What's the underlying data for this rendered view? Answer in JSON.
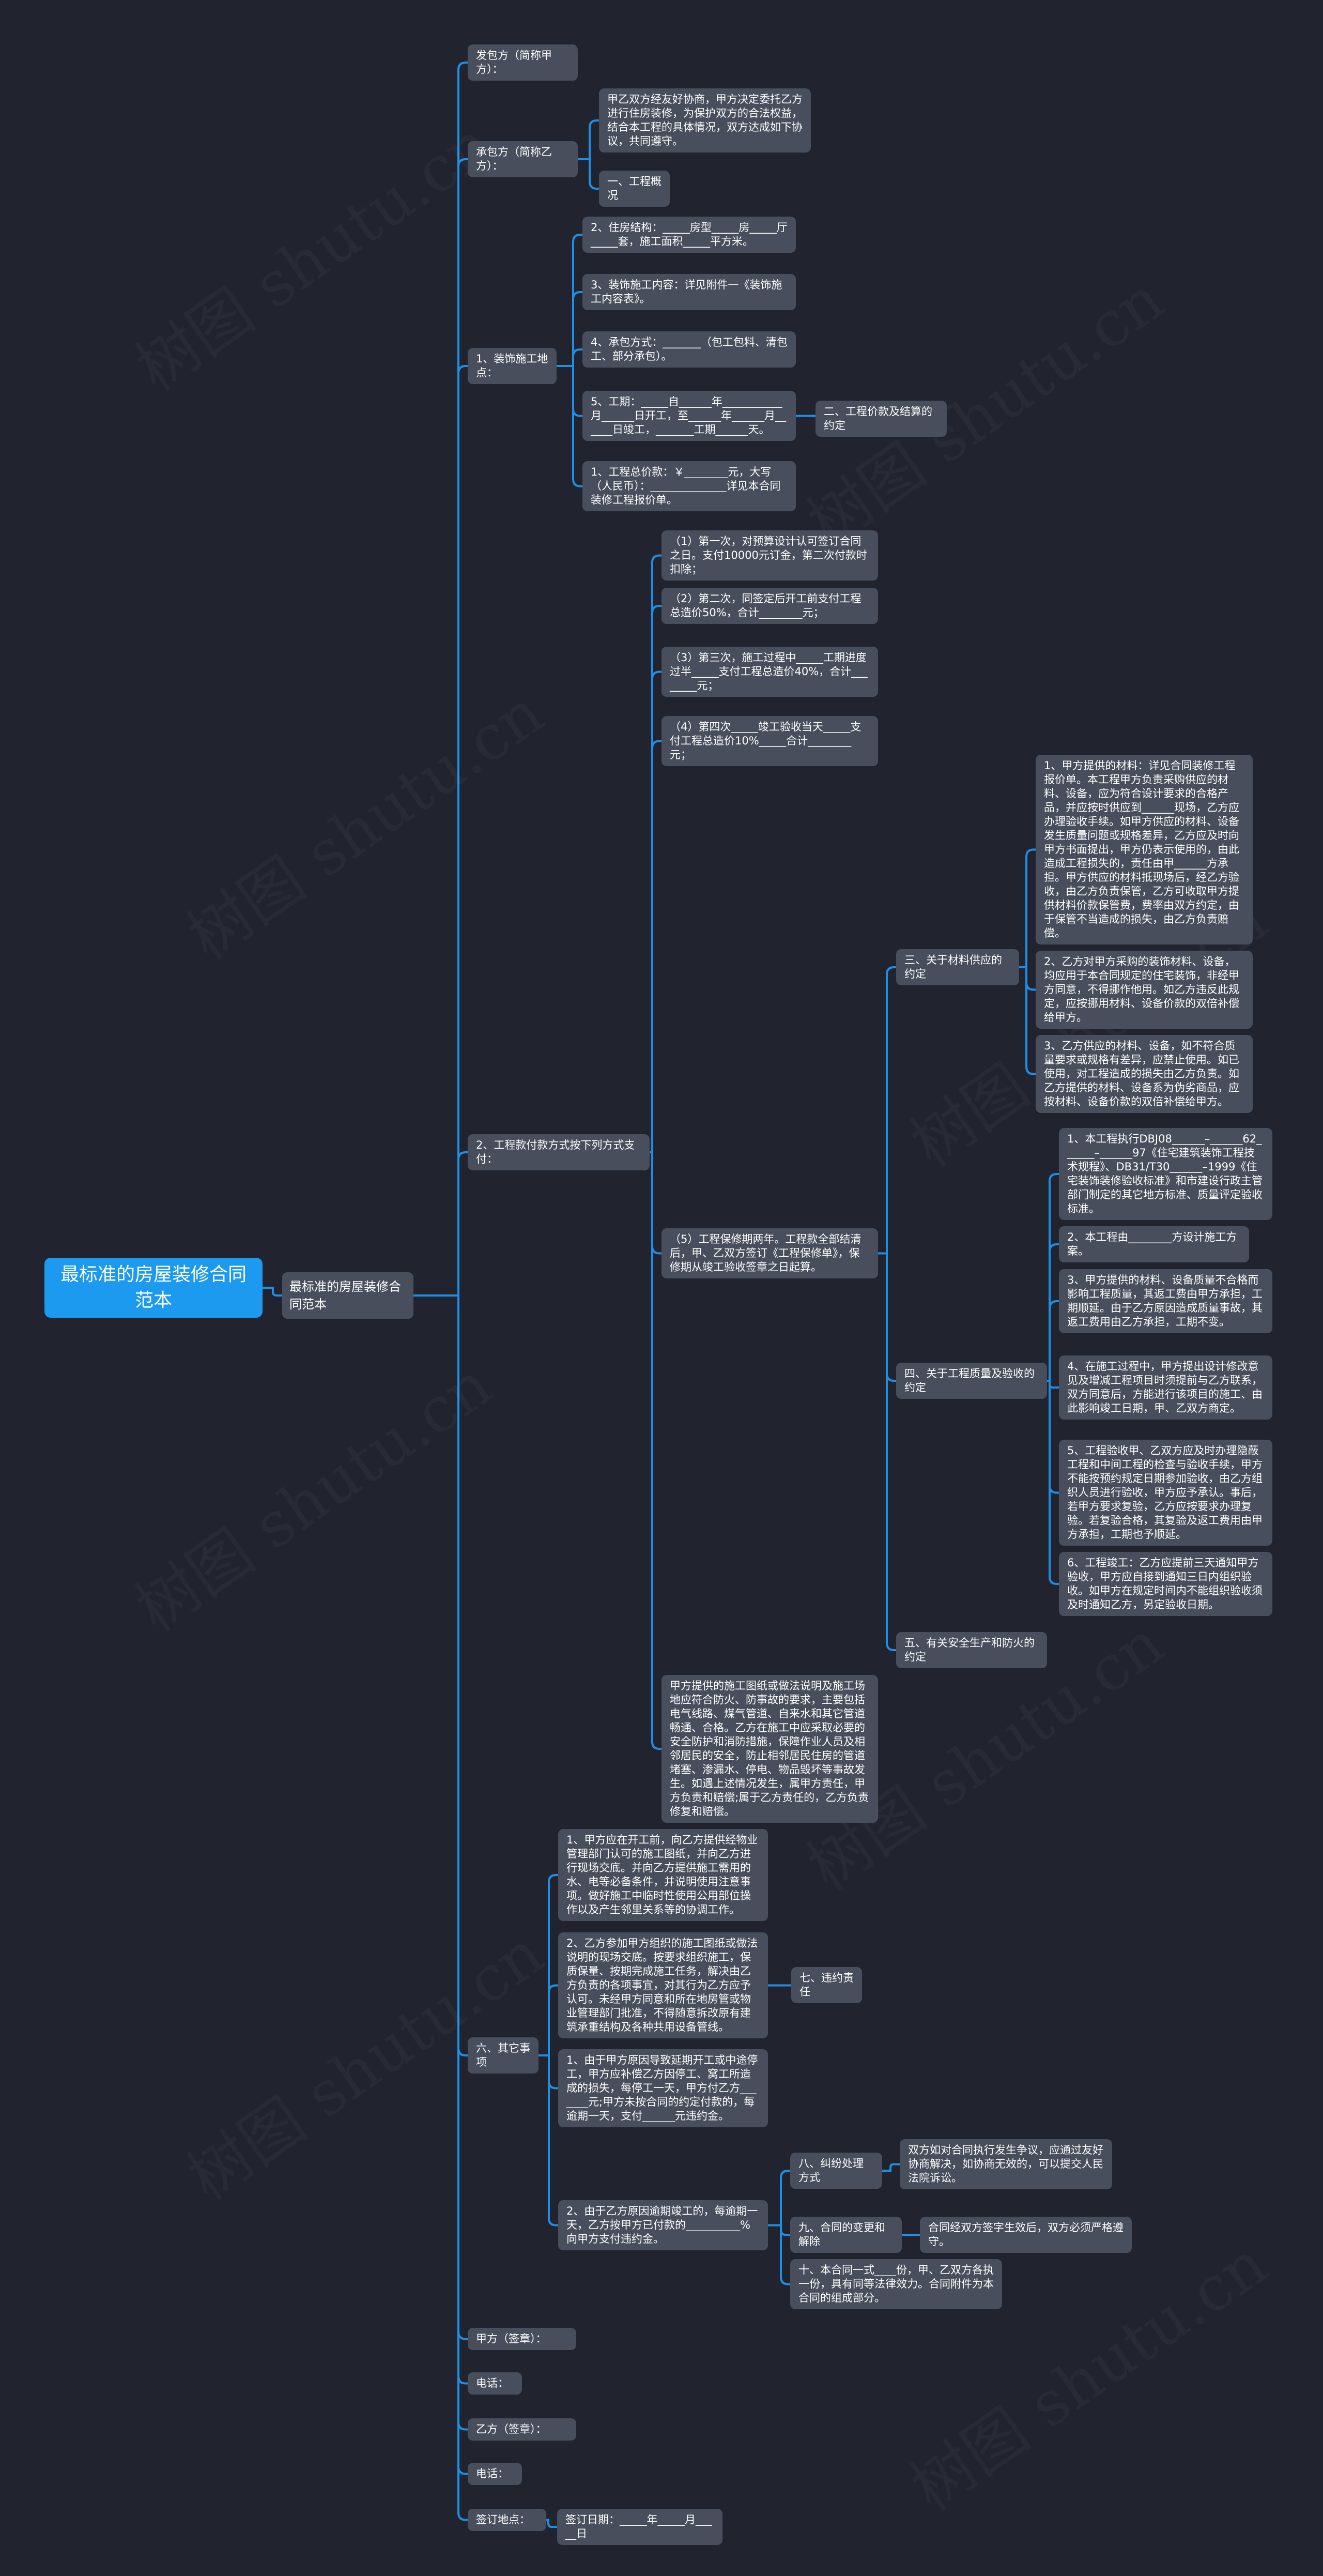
{
  "watermark": "树图 shutu.cn",
  "colors": {
    "background": "#21242f",
    "node": "#484e5c",
    "root": "#1b9af0",
    "line": "#1e8fe6"
  },
  "root": "最标准的房屋装修合同范本",
  "level1": "最标准的房屋装修合同范本",
  "fabaofang": "发包方（简称甲方）：",
  "chengbaofang": "承包方（简称乙方）：",
  "intro": "甲乙双方经友好协商，甲方决定委托乙方进行住房装修，为保护双方的合法权益，结合本工程的具体情况，双方达成如下协议，共同遵守。",
  "section1": "一、工程概况",
  "site": "1、装饰施工地点：",
  "site_items": [
    "2、住房结构：_____房型_____房_____厅_____套，施工面积_____平方米。",
    "3、装饰施工内容：详见附件一《装饰施工内容表》。",
    "4、承包方式：_______（包工包料、清包工、部分承包）。",
    "5、工期：_____自______年___________月______日开工，至______年______月______日竣工，_______工期______天。",
    "1、工程总价款：￥________元，大写（人民币）：______________详见本合同装修工程报价单。"
  ],
  "section2": "二、工程价款及结算的约定",
  "payment": "2、工程款付款方式按下列方式支付：",
  "payment_items": [
    "（1）第一次，对预算设计认可签订合同之日。支付10000元订金，第二次付款时扣除；",
    "（2）第二次，同签定后开工前支付工程总造价50%，合计________元；",
    "（3）第三次，施工过程中_____工期进度过半_____支付工程总造价40%，合计________元；",
    "（4）第四次_____竣工验收当天_____支付工程总造价10%_____合计________元；",
    "（5）工程保修期两年。工程款全部结清后，甲、乙双方签订《工程保修单》，保修期从竣工验收签章之日起算。",
    "甲方提供的施工图纸或做法说明及施工场地应符合防火、防事故的要求，主要包括电气线路、煤气管道、自来水和其它管道畅通、合格。乙方在施工中应采取必要的安全防护和消防措施，保障作业人员及相邻居民的安全，防止相邻居民住房的管道堵塞、渗漏水、停电、物品毁坏等事故发生。如遇上述情况发生，属甲方责任，甲方负责和赔偿;属于乙方责任的，乙方负责修复和赔偿。"
  ],
  "section3": "三、关于材料供应的约定",
  "materials": [
    "1、甲方提供的材料：详见合同装修工程报价单。本工程甲方负责采购供应的材料、设备，应为符合设计要求的合格产品，并应按时供应到______现场，乙方应办理验收手续。如甲方供应的材料、设备发生质量问题或规格差异，乙方应及时向甲方书面提出，甲方仍表示使用的，由此造成工程损失的，责任由甲______方承担。甲方供应的材料抵现场后，经乙方验收，由乙方负责保管，乙方可收取甲方提供材料价款保管费，费率由双方约定，由于保管不当造成的损失，由乙方负责赔偿。",
    "2、乙方对甲方采购的装饰材料、设备，均应用于本合同规定的住宅装饰，非经甲方同意，不得挪作他用。如乙方违反此规定，应按挪用材料、设备价款的双倍补偿给甲方。",
    "3、乙方供应的材料、设备，如不符合质量要求或规格有差异，应禁止使用。如已使用，对工程造成的损失由乙方负责。如乙方提供的材料、设备系为伪劣商品，应按材料、设备价款的双倍补偿给甲方。"
  ],
  "section4": "四、关于工程质量及验收的约定",
  "quality": [
    "1、本工程执行DBJ08______–______62______–______97《住宅建筑装饰工程技术规程》、DB31/T30______–1999《住宅装饰装修验收标准》和市建设行政主管部门制定的其它地方标准、质量评定验收标准。",
    "2、本工程由________方设计施工方案。",
    "3、甲方提供的材料、设备质量不合格而影响工程质量，其返工费由甲方承担，工期顺延。由于乙方原因造成质量事故，其返工费用由乙方承担，工期不变。",
    "4、在施工过程中，甲方提出设计修改意见及增减工程项目时须提前与乙方联系，双方同意后，方能进行该项目的施工、由此影响竣工日期，甲、乙双方商定。",
    "5、工程验收甲、乙双方应及时办理隐蔽工程和中间工程的检查与验收手续，甲方不能按预约规定日期参加验收，由乙方组织人员进行验收，甲方应予承认。事后，若甲方要求复验，乙方应按要求办理复验。若复验合格，其复验及返工费用由甲方承担，工期也予顺延。",
    "6、工程竣工：乙方应提前三天通知甲方验收，甲方应自接到通知三日内组织验收。如甲方在规定时间内不能组织验收须及时通知乙方，另定验收日期。"
  ],
  "section5": "五、有关安全生产和防火的约定",
  "other": "六、其它事项",
  "other_items": [
    "1、甲方应在开工前，向乙方提供经物业管理部门认可的施工图纸，并向乙方进行现场交底。并向乙方提供施工需用的水、电等必备条件，并说明使用注意事项。做好施工中临时性使用公用部位操作以及产生邻里关系等的协调工作。",
    "2、乙方参加甲方组织的施工图纸或做法说明的现场交底。按要求组织施工，保质保量、按期完成施工任务，解决由乙方负责的各项事宜，对其行为乙方应予认可。未经甲方同意和所在地房管或物业管理部门批准，不得随意拆改原有建筑承重结构及各种共用设备管线。",
    "1、由于甲方原因导致延期开工或中途停工，甲方应补偿乙方因停工、窝工所造成的损失，每停工一天，甲方付乙方_______元;甲方未按合同的约定付款的，每逾期一天，支付______元违约金。",
    "2、由于乙方原因逾期竣工的，每逾期一天，乙方按甲方已付款的__________%向甲方支付违约金。"
  ],
  "section7": "七、违约责任",
  "section8": "八、纠纷处理方式",
  "dispute": "双方如对合同执行发生争议，应通过友好协商解决，如协商无效的，可以提交人民法院诉讼。",
  "section9": "九、合同的变更和解除",
  "change": "合同经双方签字生效后，双方必须严格遵守。",
  "section10": "十、本合同一式____份，甲、乙双方各执一份，具有同等法律效力。合同附件为本合同的组成部分。",
  "sign_a": "甲方（签章）：",
  "phone_a": "电话：",
  "sign_b": "乙方（签章）：",
  "phone_b": "电话：",
  "sign_place": "签订地点：",
  "sign_date": "签订日期：_____年_____月_____日"
}
